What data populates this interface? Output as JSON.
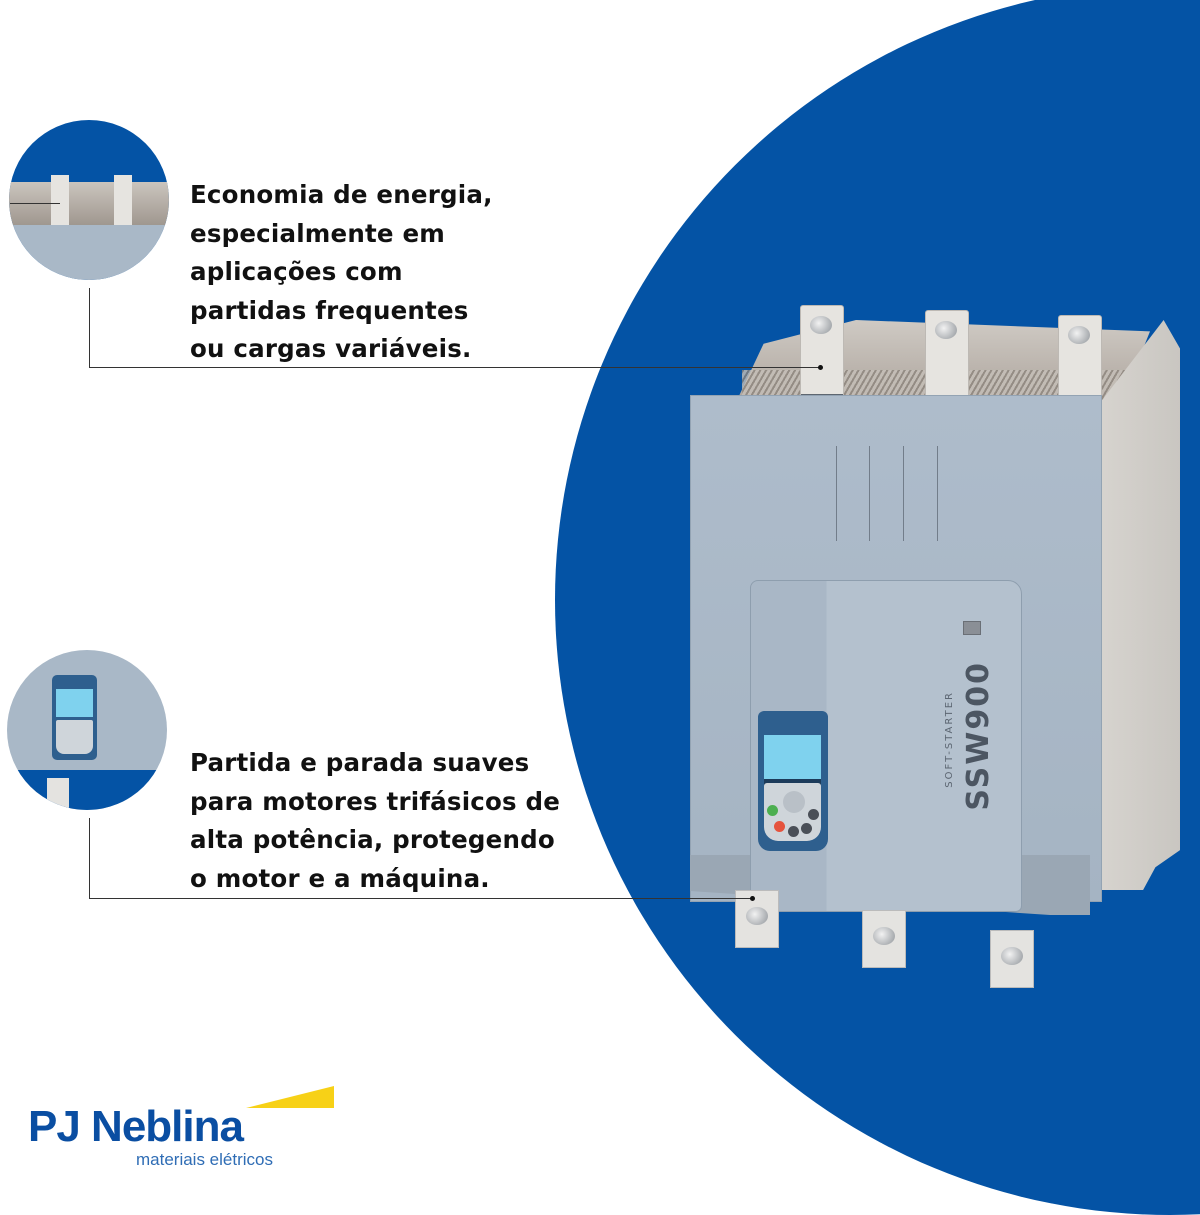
{
  "colors": {
    "background": "#ffffff",
    "accent_blue": "#0453a5",
    "text": "#111111",
    "logo_blue": "#0a4ea2",
    "logo_yellow": "#f7d117"
  },
  "features": [
    {
      "lines": [
        "Economia de energia,",
        "especialmente em",
        "aplicações com",
        "partidas frequentes",
        "ou cargas variáveis."
      ],
      "thumbnail": "power-terminals-closeup",
      "points_to": "top-busbar"
    },
    {
      "lines": [
        "Partida e parada suaves",
        "para motores trifásicos de",
        "alta potência, protegendo",
        "o motor e a máquina."
      ],
      "thumbnail": "keypad-closeup",
      "points_to": "bottom-terminal"
    }
  ],
  "product": {
    "model": "SSW900",
    "subtitle": "SOFT-STARTER"
  },
  "logo": {
    "name": "PJ Neblina",
    "tagline": "materiais elétricos"
  }
}
